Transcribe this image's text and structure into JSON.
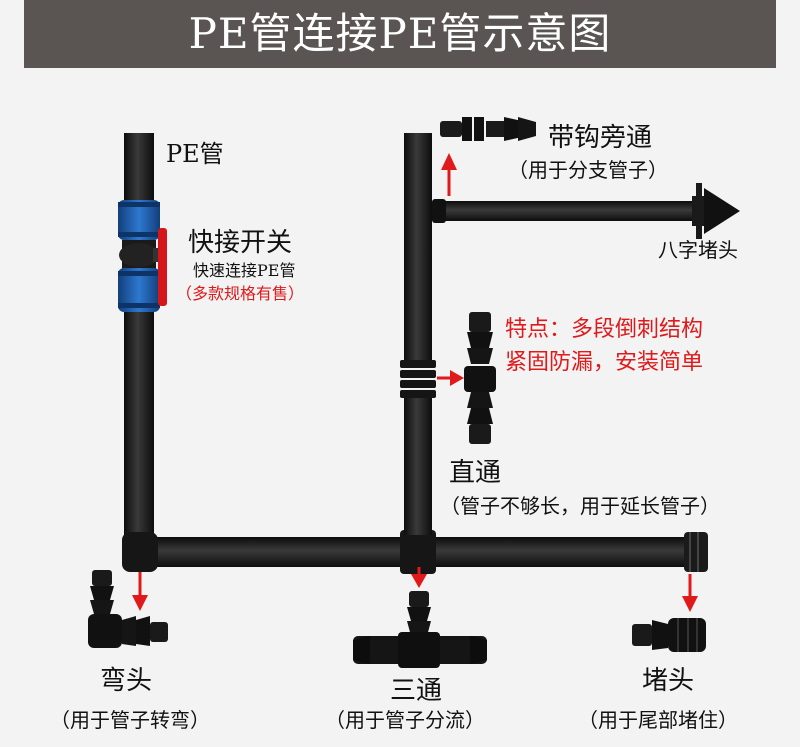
{
  "title": "PE管连接PE管示意图",
  "labels": {
    "pe_pipe": "PE管",
    "valve": "快接开关",
    "valve_sub": "快速连接PE管",
    "valve_note": "（多款规格有售）",
    "hook_bypass": "带钩旁通",
    "hook_bypass_sub": "（用于分支管子）",
    "end_plug8": "八字堵头",
    "feature_line1": "特点：多段倒刺结构",
    "feature_line2": "紧固防漏，安装简单",
    "straight": "直通",
    "straight_sub": "（管子不够长，用于延长管子）",
    "elbow": "弯头",
    "elbow_sub": "（用于管子转弯）",
    "tee": "三通",
    "tee_sub": "（用于管子分流）",
    "plug": "堵头",
    "plug_sub": "（用于尾部堵住）"
  },
  "colors": {
    "banner": "#5a5453",
    "pipe": "#1c1c1c",
    "valve_blue": "#1f5fb0",
    "valve_red": "#d4161c",
    "arrow": "#e0191b",
    "accent_text": "#e0191b"
  }
}
